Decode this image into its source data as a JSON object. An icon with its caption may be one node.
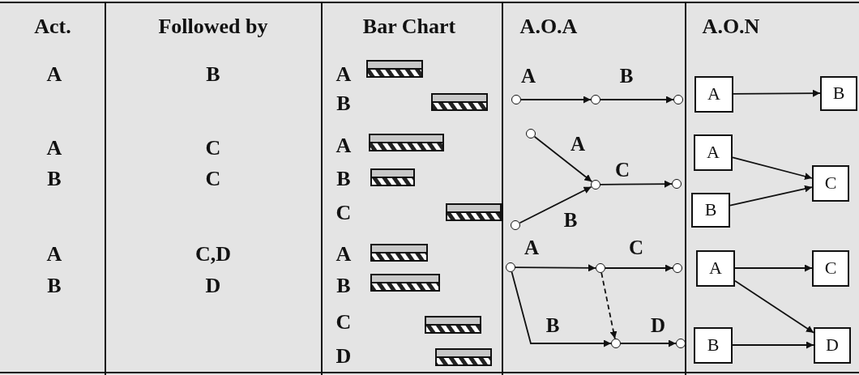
{
  "diagram": {
    "nodes": [
      {
        "text": [],
        "shape": "circle"
      },
      {
        "text": [],
        "shape": "circle"
      },
      {
        "text": [],
        "shape": "circle"
      },
      {
        "text": [
          "A"
        ]
      },
      {
        "text": [
          "B"
        ]
      },
      {
        "text": [],
        "shape": "circle"
      },
      {
        "text": [],
        "shape": "circle"
      },
      {
        "text": [],
        "shape": "circle"
      },
      {
        "text": [],
        "shape": "circle"
      },
      {
        "text": [
          "A"
        ]
      },
      {
        "text": [
          "B"
        ]
      },
      {
        "text": [
          "C"
        ]
      },
      {
        "text": [],
        "shape": "circle"
      },
      {
        "text": [],
        "shape": "circle"
      },
      {
        "text": [],
        "shape": "circle"
      },
      {
        "text": [],
        "shape": "circle"
      },
      {
        "text": [],
        "shape": "circle"
      },
      {
        "text": [
          "A"
        ]
      },
      {
        "text": [
          "B"
        ]
      },
      {
        "text": [
          "C"
        ]
      },
      {
        "text": [
          "D"
        ]
      }
    ],
    "edges": [
      {
        "from": 0,
        "to": 1,
        "arrow": "to",
        "label": "A"
      },
      {
        "from": 1,
        "to": 2,
        "arrow": "to",
        "label": "B"
      },
      {
        "from": 3,
        "to": 4,
        "arrow": "to"
      },
      {
        "from": 5,
        "to": 7,
        "arrow": "to",
        "label": "A"
      },
      {
        "from": 6,
        "to": 7,
        "arrow": "to",
        "label": "B"
      },
      {
        "from": 7,
        "to": 8,
        "arrow": "to",
        "label": "C"
      },
      {
        "from": 9,
        "to": 11,
        "arrow": "to"
      },
      {
        "from": 10,
        "to": 11,
        "arrow": "to"
      },
      {
        "from": 12,
        "to": 13,
        "arrow": "to",
        "label": "A"
      },
      {
        "from": 13,
        "to": 15,
        "arrow": "to",
        "label": "C"
      },
      {
        "from": 12,
        "to": 14,
        "arrow": "to",
        "label": "B"
      },
      {
        "from": 13,
        "to": 14,
        "arrow": "to",
        "style": "dashed"
      },
      {
        "from": 14,
        "to": 16,
        "arrow": "to",
        "label": "D"
      },
      {
        "from": 17,
        "to": 19,
        "arrow": "to"
      },
      {
        "from": 17,
        "to": 20,
        "arrow": "to"
      },
      {
        "from": 18,
        "to": 20,
        "arrow": "to"
      }
    ],
    "labels": [
      "Act.",
      "Followed by",
      "Bar Chart",
      "A.O.A",
      "A.O.N",
      "A",
      "B",
      "A",
      "B",
      "A",
      "C",
      "A",
      "B",
      "C",
      "B",
      "C",
      "A",
      "C,D",
      "A",
      "B",
      "D",
      "B",
      "C",
      "D"
    ]
  }
}
